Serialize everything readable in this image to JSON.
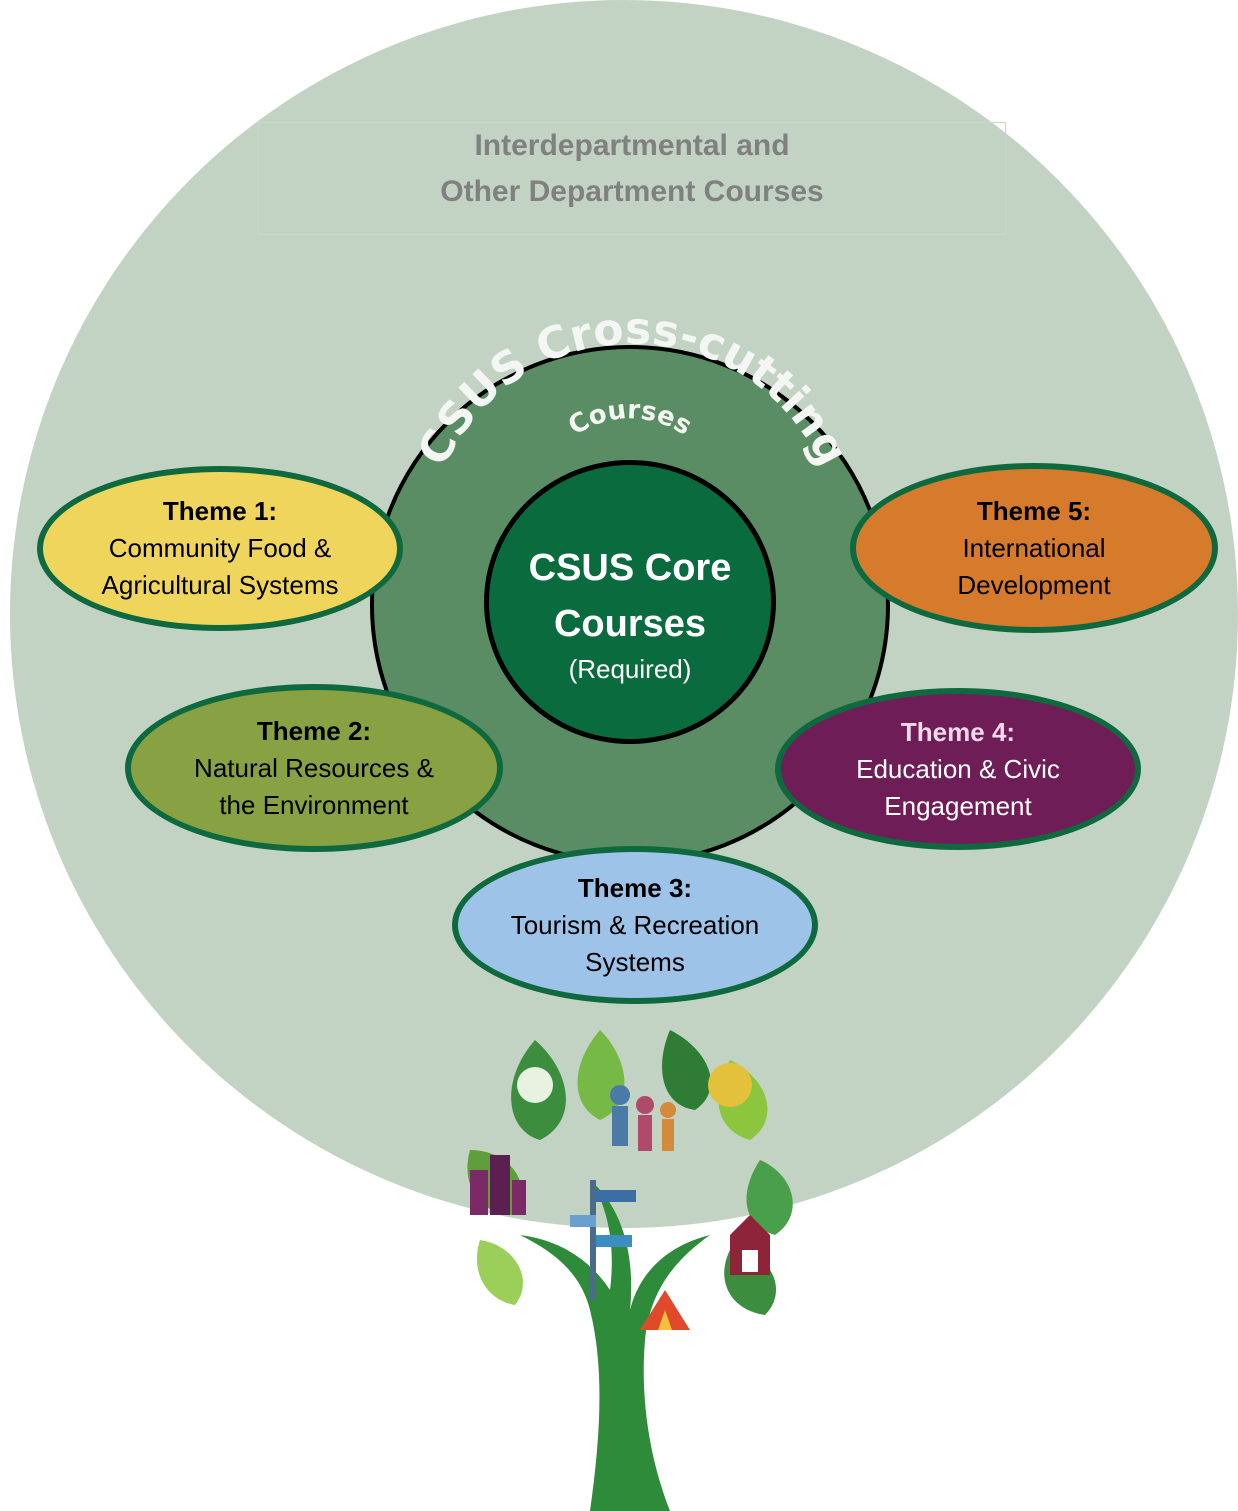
{
  "outer": {
    "line1": "Interdepartmental and",
    "line2": "Other Department Courses"
  },
  "ring": {
    "label": "CSUS Cross-cutting",
    "sublabel": "Courses"
  },
  "core": {
    "title_line1": "CSUS Core",
    "title_line2": "Courses",
    "subtitle": "(Required)"
  },
  "themes": [
    {
      "title": "Theme 1:",
      "line1": "Community Food &",
      "line2": "Agricultural Systems",
      "color": "#f0d55c"
    },
    {
      "title": "Theme 2:",
      "line1": "Natural Resources &",
      "line2": "the Environment",
      "color": "#88a142"
    },
    {
      "title": "Theme 3:",
      "line1": "Tourism & Recreation",
      "line2": "Systems",
      "color": "#9ec3e8"
    },
    {
      "title": "Theme 4:",
      "line1": "Education & Civic",
      "line2": "Engagement",
      "color": "#6f1d56"
    },
    {
      "title": "Theme 5:",
      "line1": "International",
      "line2": "Development",
      "color": "#d67a2b"
    }
  ],
  "colors": {
    "outer_circle": "#c2d3c3",
    "ring": "#5a8d64",
    "core": "#0a6b3e",
    "theme_border": "#0e6a3e"
  },
  "tree_icons": [
    "recycle-icon",
    "sun-icon",
    "people-icon",
    "city-icon",
    "signpost-icon",
    "barn-icon",
    "tent-icon"
  ]
}
